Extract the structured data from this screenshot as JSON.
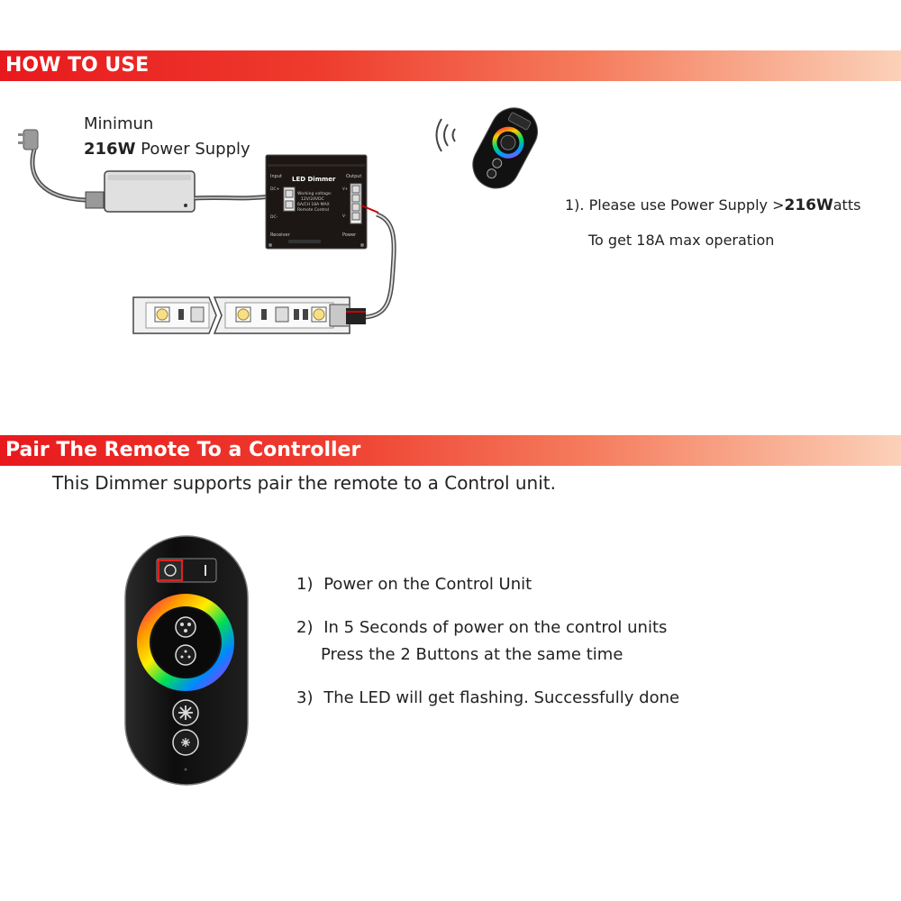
{
  "sections": {
    "how_to_use": {
      "title": "HOW TO USE"
    },
    "pair": {
      "title": "Pair The Remote To a Controller",
      "intro": "This Dimmer supports pair the remote to a Control unit."
    }
  },
  "diagram": {
    "psu_label_line1": "Minimun",
    "psu_label_watt": "216W",
    "psu_label_rest": "Power Supply",
    "dimmer": {
      "title": "LED Dimmer",
      "input": "Input",
      "output": "Output",
      "dc_plus": "DC+",
      "dc_minus": "DC-",
      "v_plus": "V+",
      "v_minus": "V-",
      "spec1": "Working voltage:",
      "spec2": "12V/24VDC",
      "spec3": "6A/CH 18A MAX",
      "spec4": "Remote Control",
      "receiver": "Receiver",
      "power": "Power"
    }
  },
  "how_notes": {
    "note1_prefix": "1). Please use Power Supply >",
    "note1_bold": "216W",
    "note1_suffix": "atts",
    "note2": "To get 18A max operation"
  },
  "steps": [
    {
      "num": "1)",
      "line1": "Power on the Control Unit"
    },
    {
      "num": "2)",
      "line1": "In 5 Seconds of power on the control units",
      "line2": "Press the 2 Buttons at the same time"
    },
    {
      "num": "3)",
      "line1": "The LED will get flashing. Successfully done"
    }
  ]
}
